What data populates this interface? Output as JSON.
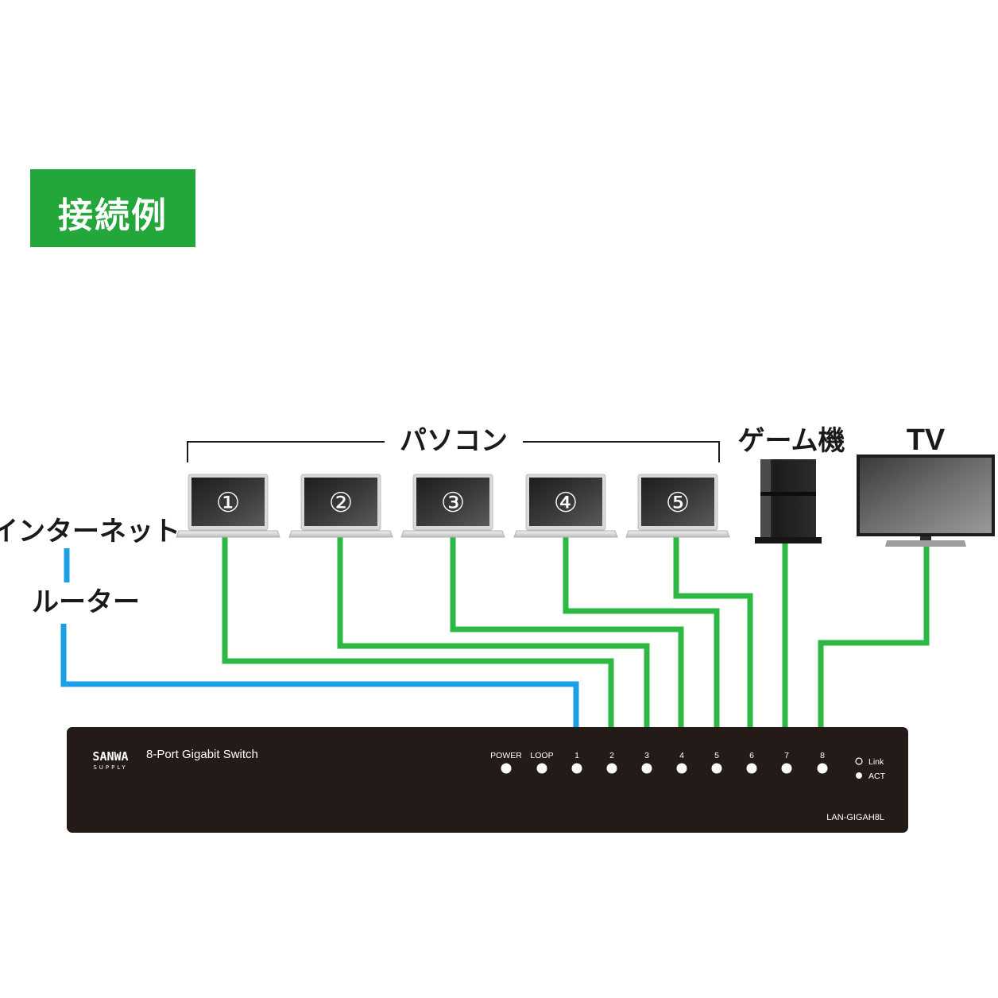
{
  "heading": "接続例",
  "labels": {
    "pc_group": "パソコン",
    "game": "ゲーム機",
    "tv": "TV",
    "internet": "インターネット",
    "router": "ルーター"
  },
  "laptops": [
    "①",
    "②",
    "③",
    "④",
    "⑤"
  ],
  "switch": {
    "brand_top": "SANWA",
    "brand_bottom": "SUPPLY",
    "name": "8-Port Gigabit Switch",
    "model": "LAN-GIGAH8L",
    "status_leds": [
      "POWER",
      "LOOP"
    ],
    "ports": [
      "1",
      "2",
      "3",
      "4",
      "5",
      "6",
      "7",
      "8"
    ],
    "legend": {
      "link": "Link",
      "act": "ACT"
    }
  },
  "colors": {
    "badge": "#23a63a",
    "lan_cable": "#2db843",
    "wan_cable": "#1aa0e6",
    "switch_body": "#241a17",
    "text": "#1a1a1a"
  },
  "icons": [
    "laptop-icon",
    "game-console-icon",
    "tv-icon"
  ]
}
